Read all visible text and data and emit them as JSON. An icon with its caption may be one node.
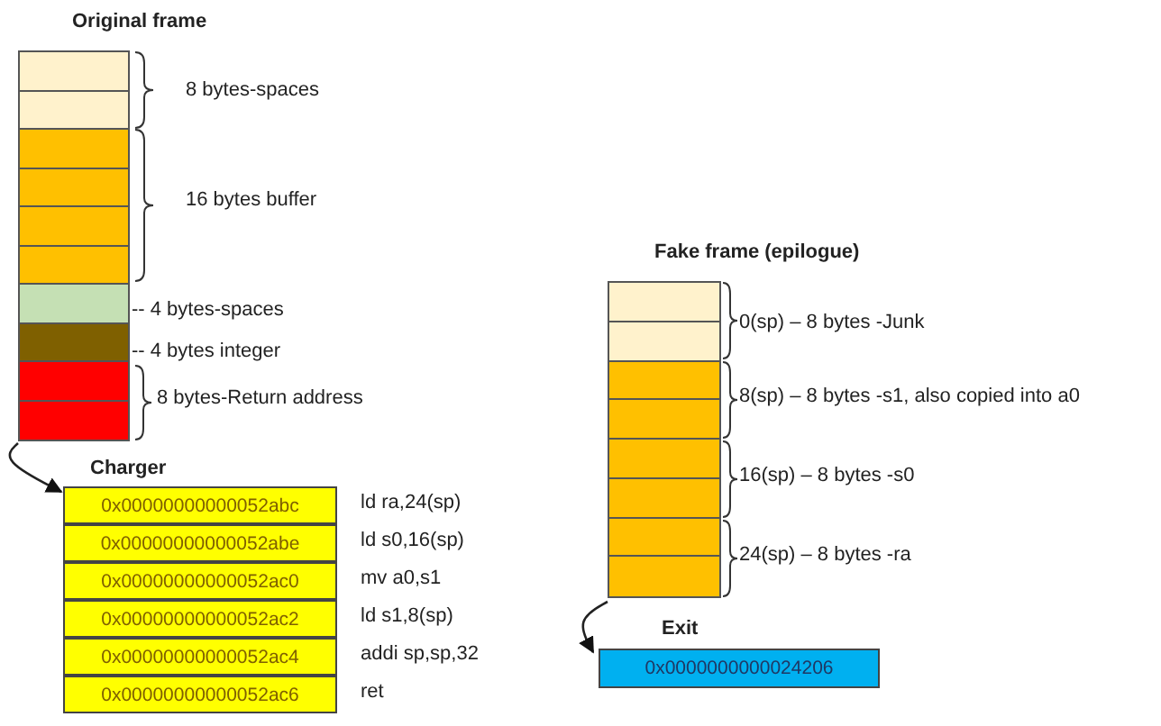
{
  "diagram": {
    "nodes": [
      {
        "text": [
          "Original frame"
        ]
      },
      {
        "text": [
          "Charger"
        ]
      },
      {
        "text": [
          "0x00000000000052abc"
        ],
        "in": 1,
        "beside": [
          "ld ra,24(sp)"
        ]
      },
      {
        "text": [
          "0x00000000000052abe"
        ],
        "in": 1,
        "beside": [
          "ld s0,16(sp)"
        ]
      },
      {
        "text": [
          "0x00000000000052ac0"
        ],
        "in": 1,
        "beside": [
          "mv a0,s1"
        ]
      },
      {
        "text": [
          "0x00000000000052ac2"
        ],
        "in": 1,
        "beside": [
          "ld s1,8(sp)"
        ]
      },
      {
        "text": [
          "0x00000000000052ac4"
        ],
        "in": 1,
        "beside": [
          "addi sp,sp,32"
        ]
      },
      {
        "text": [
          "0x00000000000052ac6"
        ],
        "in": 1,
        "beside": [
          "ret"
        ]
      },
      {
        "text": [
          "Fake frame (epilogue)"
        ]
      },
      {
        "text": [
          "Exit",
          "0x0000000000024206"
        ]
      }
    ],
    "edges": [
      {
        "from": 0,
        "to": 1,
        "arrow": "to"
      },
      {
        "from": 8,
        "to": 9,
        "arrow": "to"
      }
    ],
    "labels": [
      "8 bytes-spaces",
      "16 bytes buffer",
      "-- 4 bytes-spaces",
      "-- 4 bytes integer",
      "8 bytes-Return address",
      "0(sp) – 8 bytes -Junk",
      "8(sp) – 8 bytes -s1, also copied into a0",
      "16(sp) – 8 bytes -s0",
      "24(sp) – 8 bytes -ra"
    ]
  }
}
